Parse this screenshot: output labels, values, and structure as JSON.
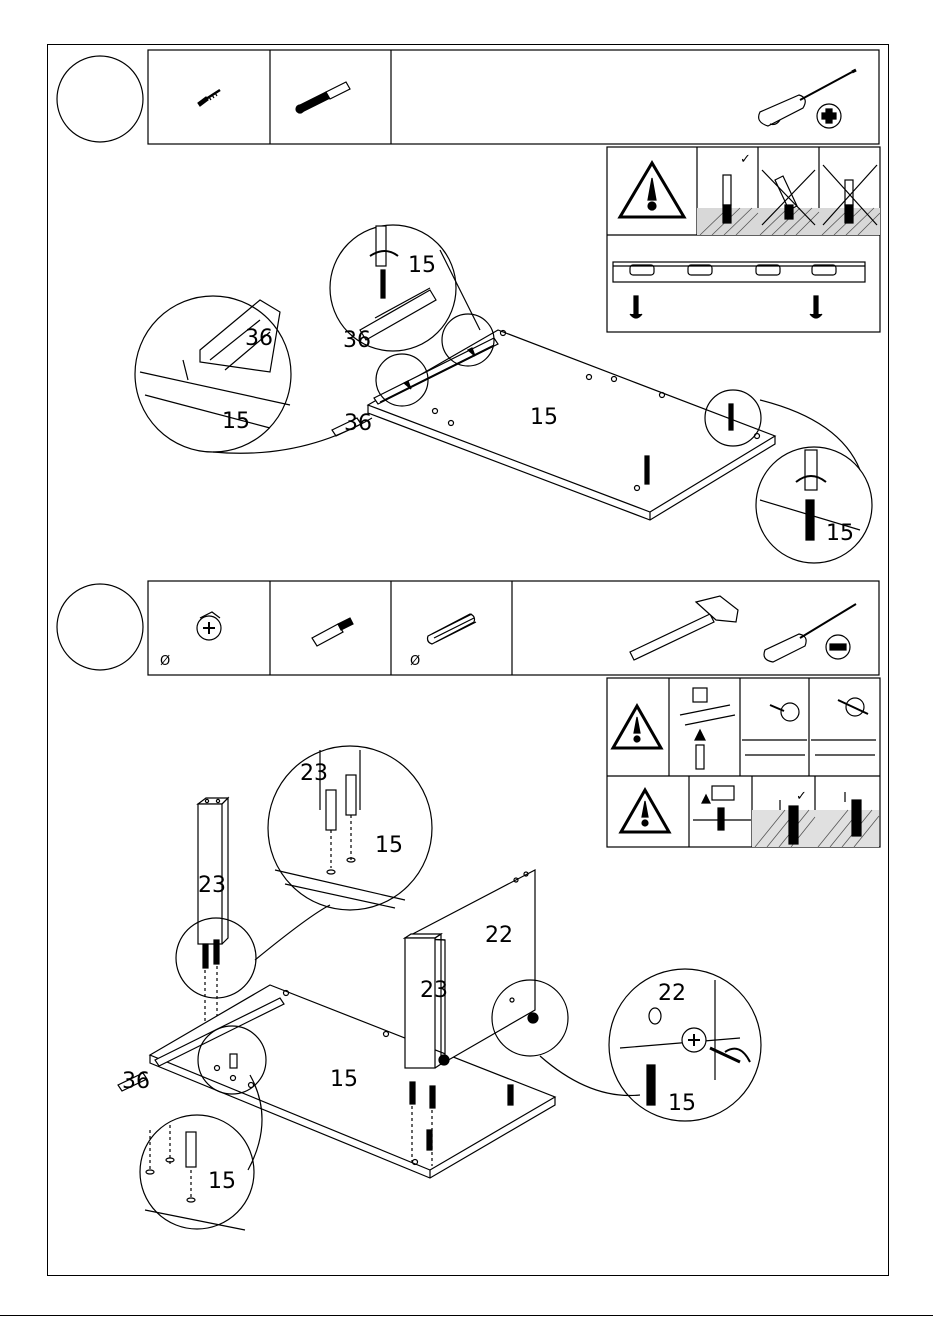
{
  "step1": {
    "parts": [
      {
        "icon": "wood-screw-icon"
      },
      {
        "icon": "cam-bolt-icon"
      }
    ],
    "tools": [
      {
        "icon": "phillips-screwdriver-icon",
        "symbol": "plus"
      }
    ],
    "callouts": {
      "panel_main": "15",
      "panel_left_zoom": "15",
      "panel_top_zoom": "15",
      "panel_right_zoom": "15",
      "rail_left_zoom": "36",
      "rail_top_zoom": "36",
      "rail_main": "36"
    },
    "warning": {
      "correct_mark": "✓",
      "wrong_mark_1": "✗",
      "wrong_mark_2": "✗"
    }
  },
  "step2": {
    "parts": [
      {
        "icon": "cam-lock-icon",
        "diameter_symbol": "Ø"
      },
      {
        "icon": "cam-bolt-icon",
        "diameter_symbol": ""
      },
      {
        "icon": "wooden-dowel-icon",
        "diameter_symbol": "Ø"
      }
    ],
    "tools": [
      {
        "icon": "hammer-icon"
      },
      {
        "icon": "flat-screwdriver-icon",
        "symbol": "minus"
      }
    ],
    "callouts": {
      "post_left": "23",
      "post_zoom": "23",
      "base_zoom": "15",
      "panel_main": "15",
      "panel_back": "22",
      "post_right": "23",
      "rail_main": "36",
      "panel_back_zoom": "22",
      "base_cam_zoom": "15",
      "base_bottom_zoom": "15"
    }
  }
}
